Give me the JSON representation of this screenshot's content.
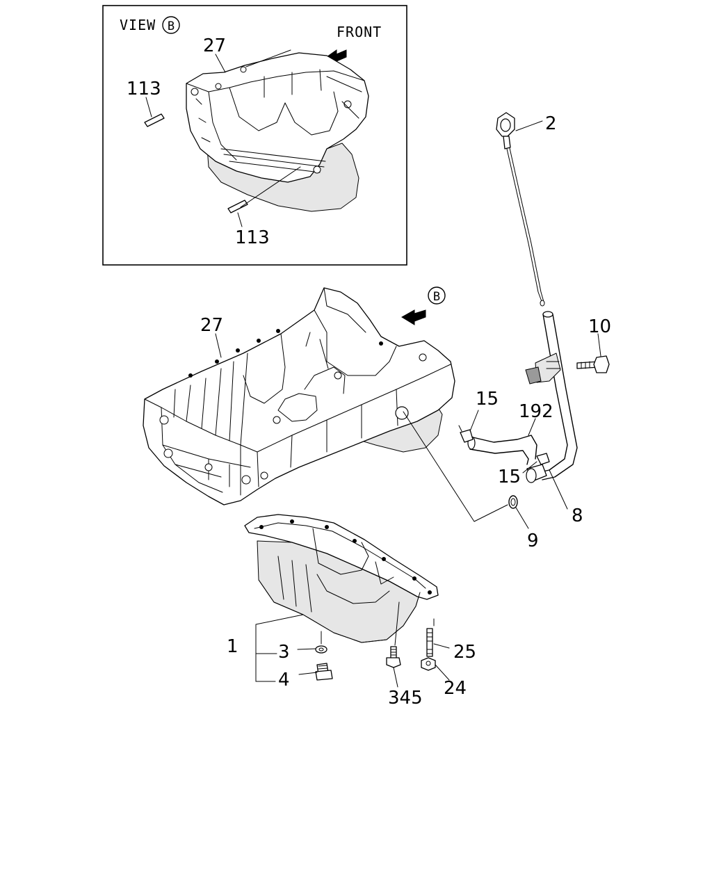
{
  "inset": {
    "view_label": "VIEW",
    "view_letter": "B",
    "front_label": "FRONT",
    "callouts": [
      "27",
      "113",
      "113"
    ]
  },
  "view_marker": {
    "letter": "B"
  },
  "callouts": {
    "dipstick": "2",
    "upper_case": "27",
    "bolt_guide": "10",
    "clip_a": "15",
    "hose": "192",
    "clip_b": "15",
    "guide_tube": "8",
    "o_ring": "9",
    "oil_pan": "1",
    "washer": "3",
    "drain_plug": "4",
    "stud": "25",
    "nut": "24",
    "bolt": "345"
  }
}
